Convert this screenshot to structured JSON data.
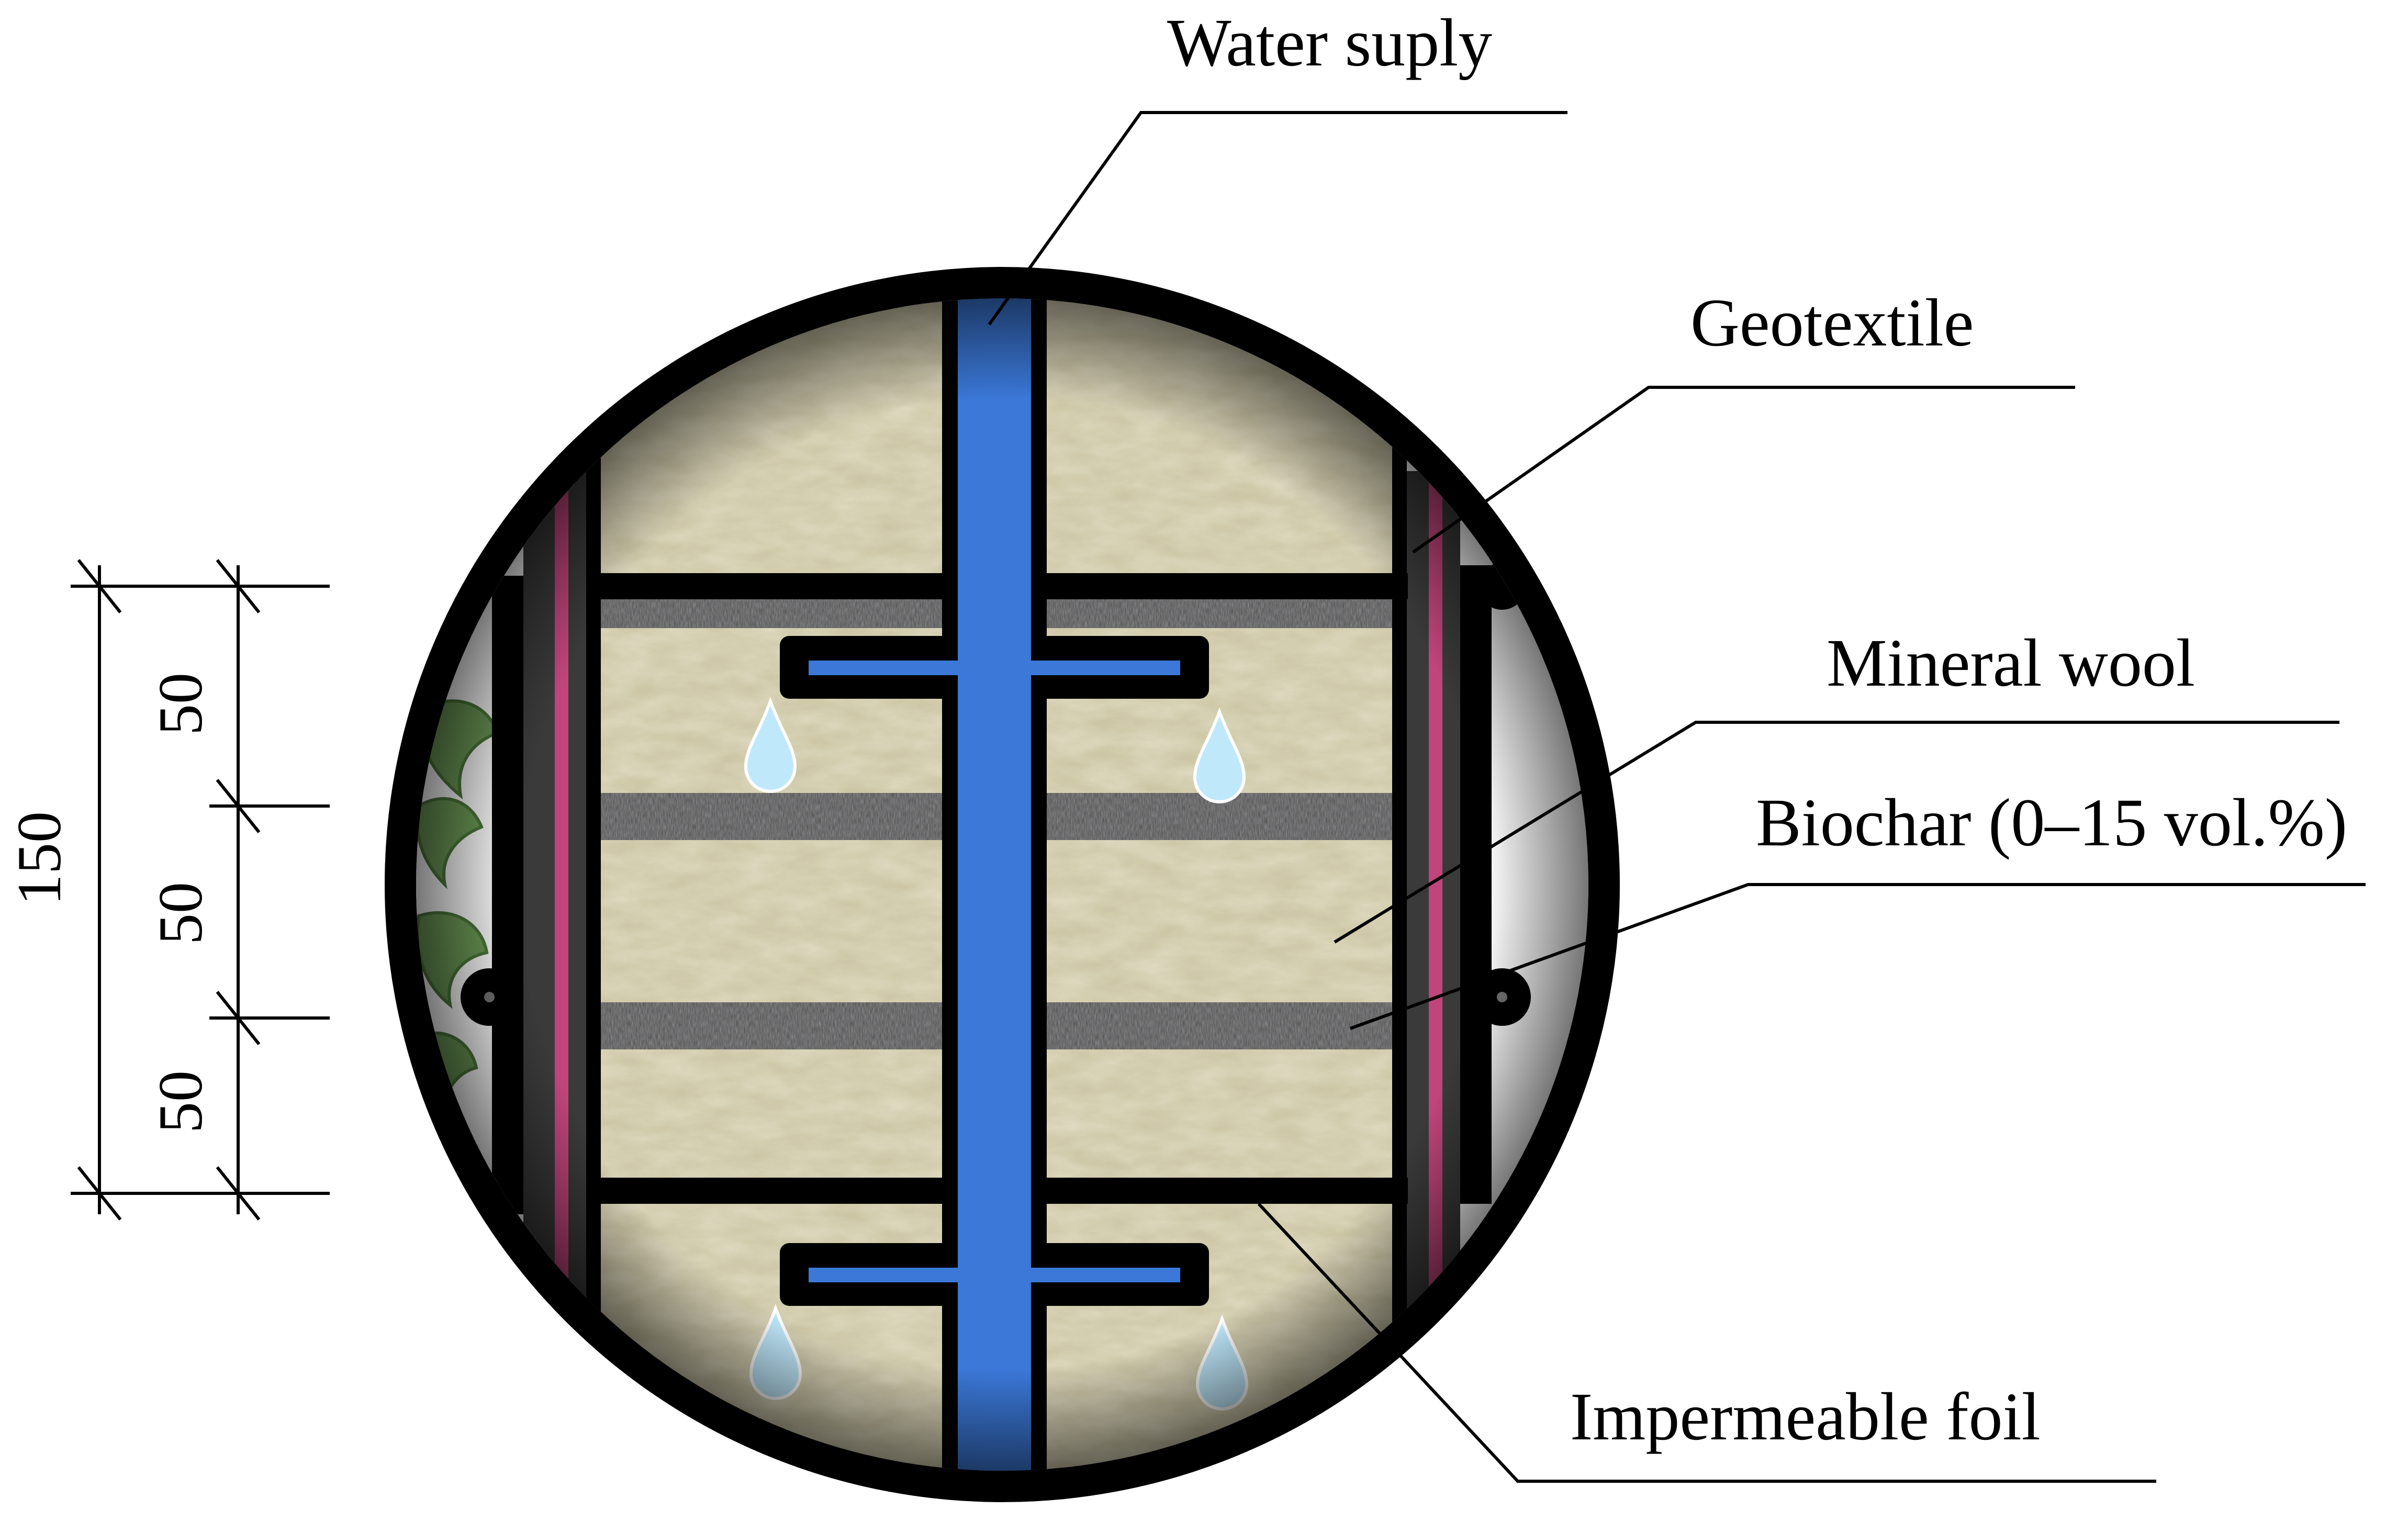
{
  "labels": {
    "water_supply": "Water suply",
    "geotextile": "Geotextile",
    "mineral_wool": "Mineral wool",
    "biochar": "Biochar (0–15 vol.%)",
    "impermeable_foil": "Impermeable foil"
  },
  "dimensions": {
    "total": "150",
    "segments": [
      "50",
      "50",
      "50"
    ]
  },
  "colors": {
    "outline": "#000000",
    "water_pipe": "#3b78d8",
    "geotextile": "#c0457a",
    "mineral_wool": "#c9c2a0",
    "biochar": "#4a4a4a",
    "water_drop": "#bfe8fb",
    "leaf": "#6e9c58"
  },
  "icons": [
    "water-drop-icon",
    "ivy-leaf-icon"
  ]
}
